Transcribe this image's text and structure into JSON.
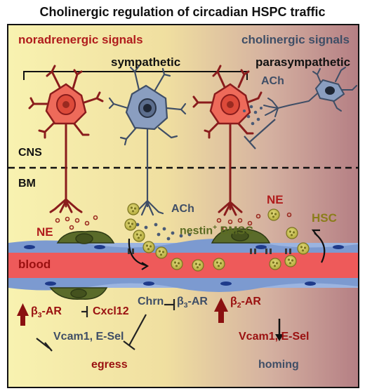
{
  "title": "Cholinergic regulation of circadian HSPC traffic",
  "labels": {
    "noradrenergic": "noradrenergic signals",
    "cholinergic": "cholinergic signals",
    "sympathetic": "sympathetic",
    "parasympathetic": "parasympathetic",
    "ach_top": "ACh",
    "cns": "CNS",
    "bm": "BM",
    "ach_mid": "ACh",
    "ne_left": "NE",
    "ne_right": "NE",
    "hsc": "HSC",
    "nestin": "nestin",
    "nestin_sup": "+",
    "bmsc": "BMSC",
    "blood": "blood",
    "chrn": "Chrn",
    "beta": "β",
    "b3_sub": "3",
    "b2_sub": "2",
    "ar": "-AR",
    "cxcl12": "Cxcl12",
    "vcam_left": "Vcam1, E-Sel",
    "vcam_right": "Vcam1, E-Sel",
    "egress": "egress",
    "homing": "homing"
  },
  "colors": {
    "noradrenergic": "#b01c1c",
    "cholinergic": "#3f4e66",
    "blood": "#ee5a5a",
    "vessel": "#8ea8d8",
    "niche_cell": "#5a6b2a",
    "hsc": "#b8b040",
    "background_left": "#f7f0a8",
    "background_right": "#b88888"
  },
  "icons": [
    "sympathetic-neuron-icon",
    "cholinergic-neuron-icon",
    "parasympathetic-neuron-icon",
    "hsc-cell-icon",
    "niche-cell-icon",
    "up-arrow-icon",
    "down-arrow-icon",
    "inhibition-icon"
  ]
}
